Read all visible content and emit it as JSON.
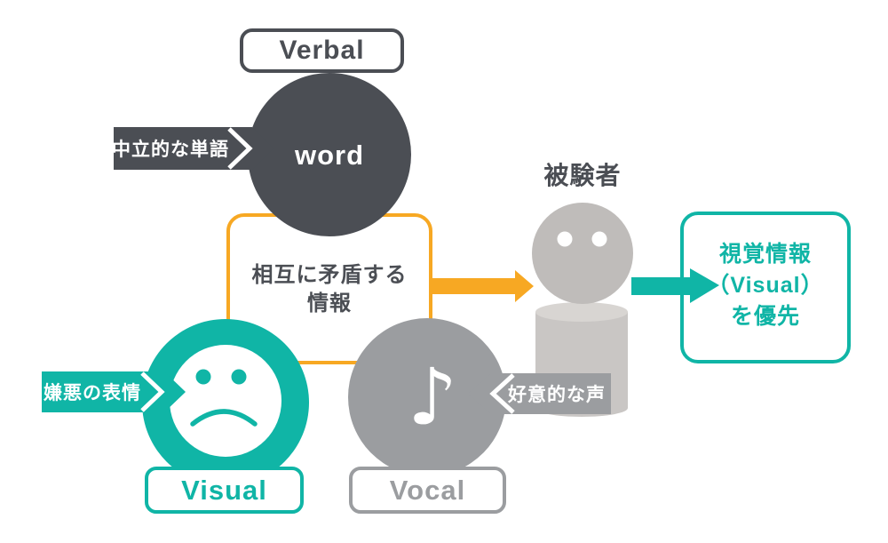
{
  "diagram_title": "conflicting-information-experiment",
  "colors": {
    "dark": "#4B4E54",
    "gray": "#9B9DA0",
    "teal": "#10B5A6",
    "orange": "#F7A823",
    "person_head": "#BFBCBA",
    "person_body": "#C9C6C4",
    "person_body_top": "#D8D5D2",
    "white": "#FFFFFF"
  },
  "verbal": {
    "label": "Verbal",
    "circle_text": "word",
    "tag": "中立的な単語"
  },
  "visual": {
    "label": "Visual",
    "tag": "嫌悪の表情"
  },
  "vocal": {
    "label": "Vocal",
    "tag": "好意的な声",
    "note_glyph": "♪"
  },
  "center": {
    "line1": "相互に矛盾する",
    "line2": "情報"
  },
  "subject": {
    "label": "被験者"
  },
  "result": {
    "line1": "視覚情報",
    "line2": "（Visual）",
    "line3": "を優先"
  }
}
